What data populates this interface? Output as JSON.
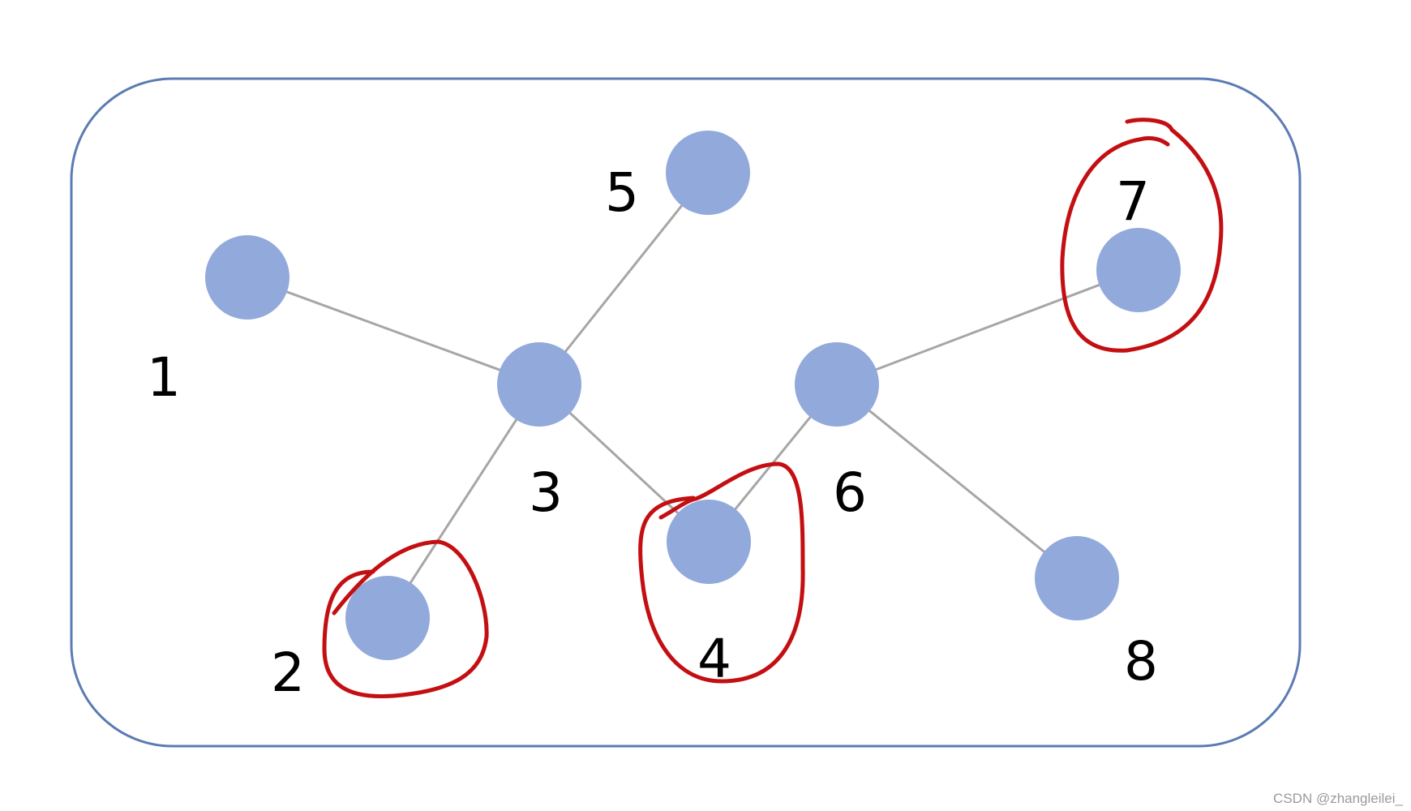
{
  "graph": {
    "nodes": [
      {
        "id": "1",
        "label": "1",
        "circled": false
      },
      {
        "id": "2",
        "label": "2",
        "circled": true
      },
      {
        "id": "3",
        "label": "3",
        "circled": false
      },
      {
        "id": "4",
        "label": "4",
        "circled": true
      },
      {
        "id": "5",
        "label": "5",
        "circled": false
      },
      {
        "id": "6",
        "label": "6",
        "circled": false
      },
      {
        "id": "7",
        "label": "7",
        "circled": true
      },
      {
        "id": "8",
        "label": "8",
        "circled": false
      }
    ],
    "edges": [
      {
        "from": "1",
        "to": "3"
      },
      {
        "from": "5",
        "to": "3"
      },
      {
        "from": "3",
        "to": "2"
      },
      {
        "from": "3",
        "to": "4"
      },
      {
        "from": "4",
        "to": "6"
      },
      {
        "from": "6",
        "to": "7"
      },
      {
        "from": "6",
        "to": "8"
      }
    ]
  },
  "colors": {
    "frame": "#5b7bb3",
    "node_fill": "#92a9db",
    "edge": "#a6a6a6",
    "highlight": "#c40f12",
    "label": "#000000"
  },
  "watermark": "CSDN @zhangleilei_"
}
